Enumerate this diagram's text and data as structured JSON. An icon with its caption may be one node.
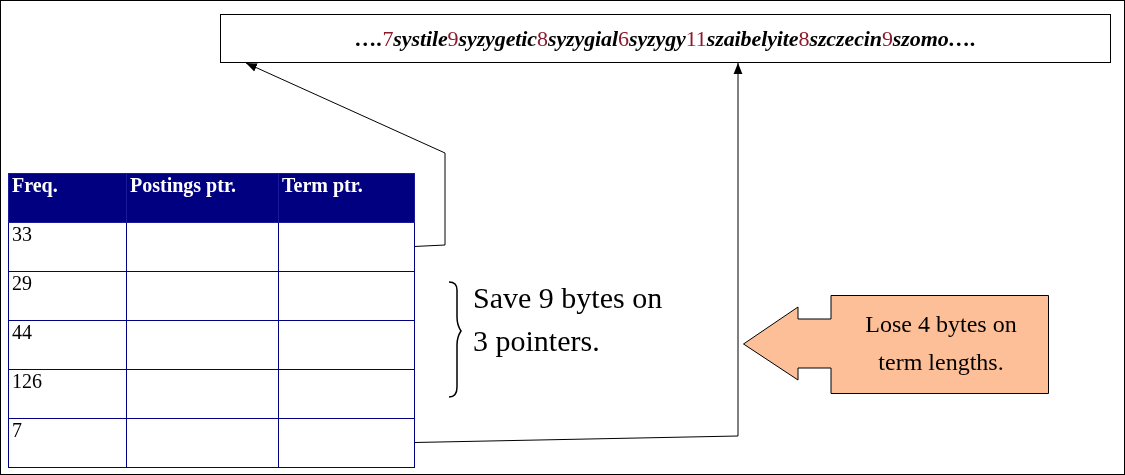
{
  "diagram": {
    "nodes": [
      {
        "text": [
          "….7systile9syzygetic8syzygial6syzygy11szaibelyite8szczecin9szomo…."
        ]
      },
      {
        "text": [],
        "shape": "box"
      },
      {
        "text": [],
        "shape": "box"
      },
      {
        "text": [
          "Lose 4 bytes on term lengths."
        ]
      }
    ],
    "edges": [
      {
        "from": 1,
        "to": 0,
        "arrow": "to"
      },
      {
        "from": 2,
        "to": 0,
        "arrow": "to"
      }
    ],
    "labels": [
      "Freq.",
      "Postings ptr.",
      "Term ptr.",
      "33",
      "29",
      "44",
      "126",
      "7",
      "Save 9 bytes on 3 pointers."
    ]
  }
}
